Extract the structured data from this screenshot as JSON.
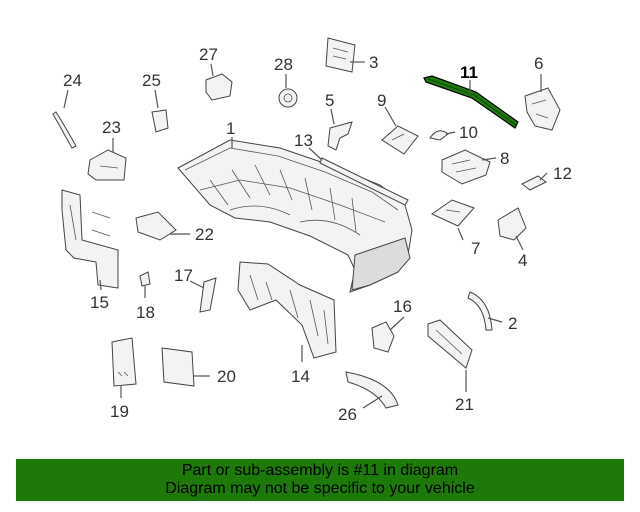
{
  "callouts": {
    "c1": "1",
    "c2": "2",
    "c3": "3",
    "c4": "4",
    "c5": "5",
    "c6": "6",
    "c7": "7",
    "c8": "8",
    "c9": "9",
    "c10": "10",
    "c11": "11",
    "c12": "12",
    "c13": "13",
    "c14": "14",
    "c15": "15",
    "c16": "16",
    "c17": "17",
    "c18": "18",
    "c19": "19",
    "c20": "20",
    "c21": "21",
    "c22": "22",
    "c23": "23",
    "c24": "24",
    "c25": "25",
    "c26": "26",
    "c27": "27",
    "c28": "28"
  },
  "highlight": {
    "color": "#1e7a08",
    "part": "11"
  },
  "banner": {
    "line1": "Part or sub-assembly is #11 in diagram",
    "line2": "Diagram may not be specific to your vehicle",
    "background": "#1e7a08"
  }
}
